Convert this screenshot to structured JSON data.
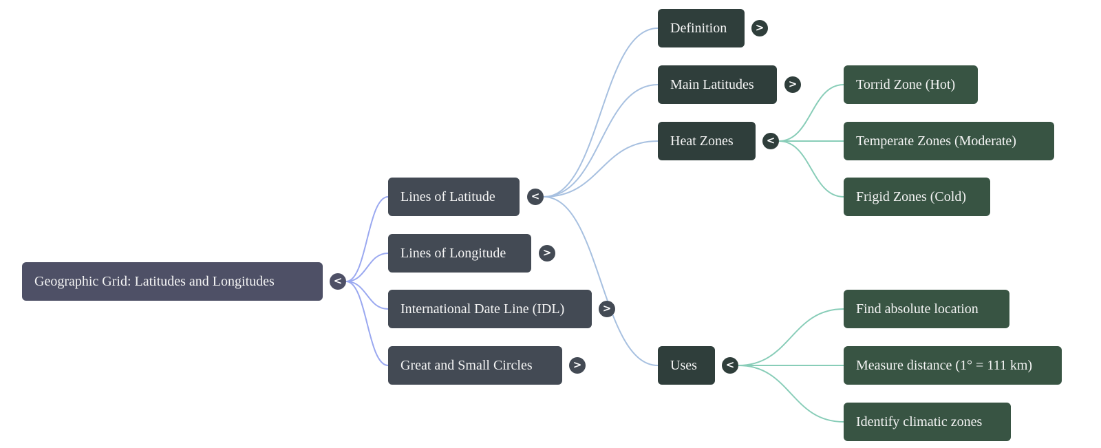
{
  "mindmap": {
    "root": {
      "label": "Geographic Grid: Latitudes and Longitudes",
      "toggle": "<"
    },
    "branches": [
      {
        "label": "Lines of Latitude",
        "toggle": "<",
        "children": [
          {
            "label": "Definition",
            "toggle": ">"
          },
          {
            "label": "Main Latitudes",
            "toggle": ">"
          },
          {
            "label": "Heat Zones",
            "toggle": "<",
            "children": [
              {
                "label": "Torrid Zone (Hot)"
              },
              {
                "label": "Temperate Zones (Moderate)"
              },
              {
                "label": "Frigid Zones (Cold)"
              }
            ]
          },
          {
            "label": "Uses",
            "toggle": "<",
            "children": [
              {
                "label": "Find absolute location"
              },
              {
                "label": "Measure distance (1° = 111 km)"
              },
              {
                "label": "Identify climatic zones"
              }
            ]
          }
        ]
      },
      {
        "label": "Lines of Longitude",
        "toggle": ">"
      },
      {
        "label": "International Date Line (IDL)",
        "toggle": ">"
      },
      {
        "label": "Great and Small Circles",
        "toggle": ">"
      }
    ]
  },
  "colors": {
    "root_link": "#9aa8f0",
    "latitude_link": "#a7c0e0",
    "zone_link": "#88cdb8"
  }
}
